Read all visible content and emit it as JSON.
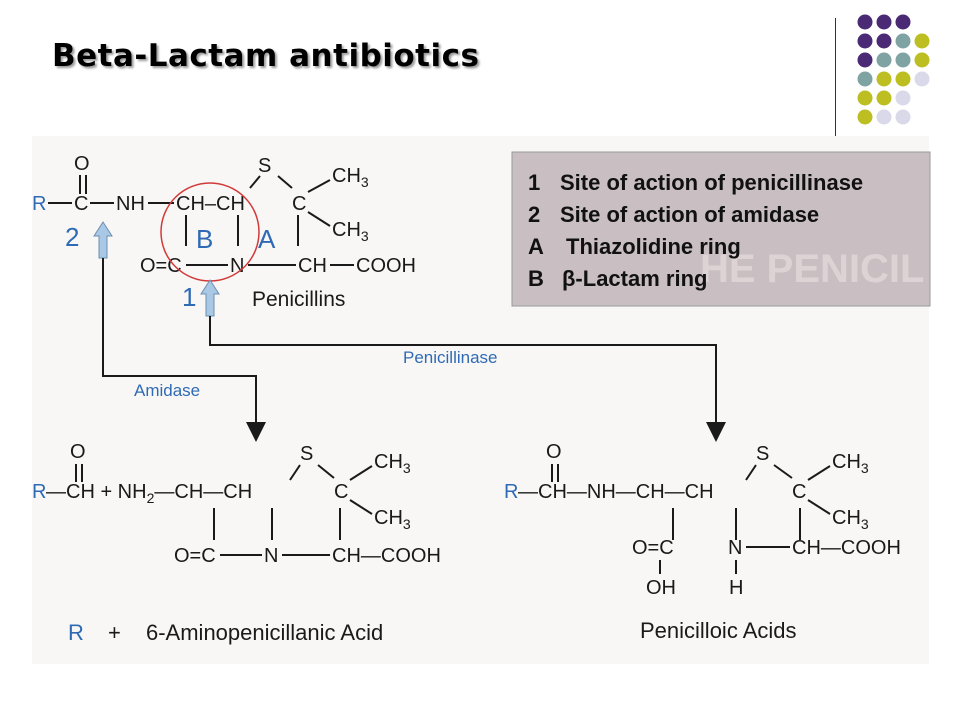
{
  "slide": {
    "title": "Beta-Lactam antibiotics"
  },
  "dot_colors": {
    "purple": "#4a2a74",
    "teal": "#7fa3a3",
    "olive": "#bdbe22",
    "lavender": "#d9d9ea"
  },
  "legend": {
    "items": [
      {
        "key": "1",
        "text": "Site of action of penicillinase"
      },
      {
        "key": "2",
        "text": "Site of action of amidase"
      },
      {
        "key": "A",
        "text": "Thiazolidine ring"
      },
      {
        "key": "B",
        "text": "β-Lactam ring"
      }
    ],
    "bg_text": "HE PENICIL"
  },
  "penicillin": {
    "name": "Penicillins",
    "O": "O",
    "R": "R",
    "C": "C",
    "NH": "NH",
    "CH_CH": "CH–CH",
    "S": "S",
    "CH3_a": "CH",
    "CH3_b": "CH",
    "sub3": "3",
    "C_ring": "C",
    "B": "B",
    "A": "A",
    "OC": "O=C",
    "N": "N",
    "CH": "CH",
    "COOH": "COOH",
    "site2": "2",
    "site1": "1"
  },
  "enzymes": {
    "amidase": "Amidase",
    "penicillinase": "Penicillinase"
  },
  "product_left": {
    "O": "O",
    "R_CH": "R",
    "dash_CH": "—CH + NH",
    "sub2": "2",
    "CH_CH": "—CH—CH",
    "S": "S",
    "CH3_a": "CH",
    "CH3_b": "CH",
    "sub3": "3",
    "C": "C",
    "OC": "O=C",
    "N": "N",
    "CH_COOH": "CH—COOH",
    "caption_R": "R",
    "caption_plus": "+",
    "caption_name": "6-Aminopenicillanic Acid"
  },
  "product_right": {
    "O": "O",
    "R": "R",
    "chain": "—CH—NH—CH—CH",
    "S": "S",
    "CH3_a": "CH",
    "CH3_b": "CH",
    "sub3": "3",
    "C": "C",
    "OC": "O=C",
    "N": "N",
    "CH_COOH": "CH—COOH",
    "OH": "OH",
    "H": "H",
    "caption_name": "Penicilloic Acids"
  }
}
